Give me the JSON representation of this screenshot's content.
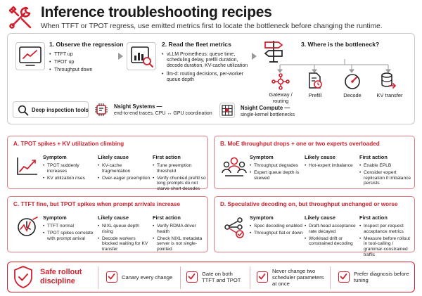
{
  "header": {
    "title": "Inference troubleshooting recipes",
    "subtitle": "When TTFT or TPOT regress, use emitted metrics first to locate the bottleneck before changing the runtime.",
    "icon": "wrench-screwdriver-icon"
  },
  "steps": {
    "observe": {
      "title": "1. Observe the regression",
      "bullets": [
        "TTFT up",
        "TPOT up",
        "Throughput down"
      ]
    },
    "fleet": {
      "title": "2. Read the fleet metrics",
      "bullets": [
        "vLLM Prometheus: queue time, scheduling delay, prefill duration, decode duration, KV-cache utilization",
        "llm-d: routing decisions, per-worker queue depth"
      ]
    },
    "where": {
      "title": "3. Where is the bottleneck?",
      "options": [
        "Gateway / routing",
        "Prefill",
        "Decode",
        "KV transfer"
      ]
    }
  },
  "tools": {
    "deep": "Deep inspection tools",
    "nsys_title": "Nsight Systems —",
    "nsys_desc": "end-to-end traces, CPU ↔ GPU coordination",
    "ncu_title": "Nsight Compute —",
    "ncu_desc": "single-kernel bottlenecks"
  },
  "columns": {
    "symptom": "Symptom",
    "cause": "Likely cause",
    "action": "First action"
  },
  "cards": [
    {
      "title": "A. TPOT spikes + KV utilization climbing",
      "symptom": [
        "TPOT suddenly increases",
        "KV utilization rises"
      ],
      "cause": [
        "KV-cache fragmentation",
        "Over-eager preemption"
      ],
      "action": [
        "Tune preemption threshold",
        "Verify chunked prefill so long prompts do not starve short decodes"
      ]
    },
    {
      "title": "B. MoE throughput drops + one or two experts overloaded",
      "symptom": [
        "Throughput degrades",
        "Expert queue depth is skewed"
      ],
      "cause": [
        "Hot-expert imbalance"
      ],
      "action": [
        "Enable EPLB",
        "Consider expert replication if imbalance persists"
      ]
    },
    {
      "title": "C. TTFT fine, but TPOT spikes when prompt arrivals increase",
      "symptom": [
        "TTFT normal",
        "TPOT spikes correlate with prompt arrival"
      ],
      "cause": [
        "NIXL queue depth rising",
        "Decode workers blocked waiting for KV transfer"
      ],
      "action": [
        "Verify RDMA driver health",
        "Check NIXL metadata server is not single-pointed"
      ]
    },
    {
      "title": "D. Speculative decoding on, but throughput unchanged or worse",
      "symptom": [
        "Spec decoding enabled",
        "Throughput flat or down"
      ],
      "cause": [
        "Draft-head acceptance rate decayed",
        "Workload drift or constrained decoding"
      ],
      "action": [
        "Inspect per-request acceptance metrics",
        "Measure before rollout in tool-calling / grammar-constrained traffic"
      ]
    }
  ],
  "footer": {
    "title": "Safe rollout discipline",
    "items": [
      "Canary every change",
      "Gate on both TTFT and TPOT",
      "Never change two scheduler parameters at once",
      "Prefer diagnosis before tuning"
    ]
  },
  "colors": {
    "accent": "#d0202e",
    "border": "#c9c9c9",
    "card_border": "#e07a80"
  }
}
